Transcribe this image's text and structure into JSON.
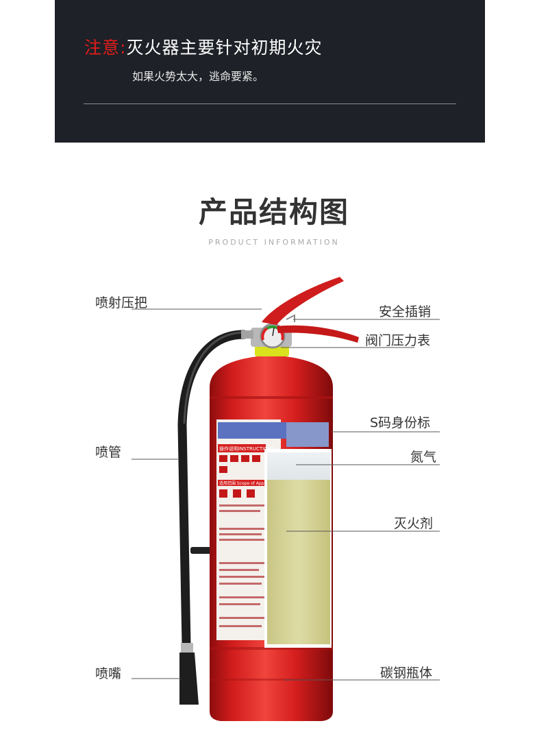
{
  "banner": {
    "warning_label": "注意:",
    "title": "灭火器主要针对初期火灾",
    "subtitle": "如果火势太大，逃命要紧。"
  },
  "section": {
    "title": "产品结构图",
    "subtitle": "PRODUCT INFORMATION"
  },
  "labels": {
    "spray_handle": "喷射压把",
    "safety_pin": "安全插销",
    "valve_gauge": "阀门压力表",
    "identity_mark": "S码身份标",
    "hose": "喷管",
    "nitrogen": "氮气",
    "agent": "灭火剂",
    "nozzle": "喷嘴",
    "body": "碳钢瓶体"
  },
  "cylinder_label": {
    "instructions_heading": "操作说明INSTRUCTIONS",
    "scope_heading": "适用范围 Scope of Application"
  },
  "colors": {
    "banner_bg": "#1e2127",
    "warning_red": "#e31d1a",
    "cylinder_red": "#d81e1e",
    "agent_fill": "#d6d59a"
  }
}
